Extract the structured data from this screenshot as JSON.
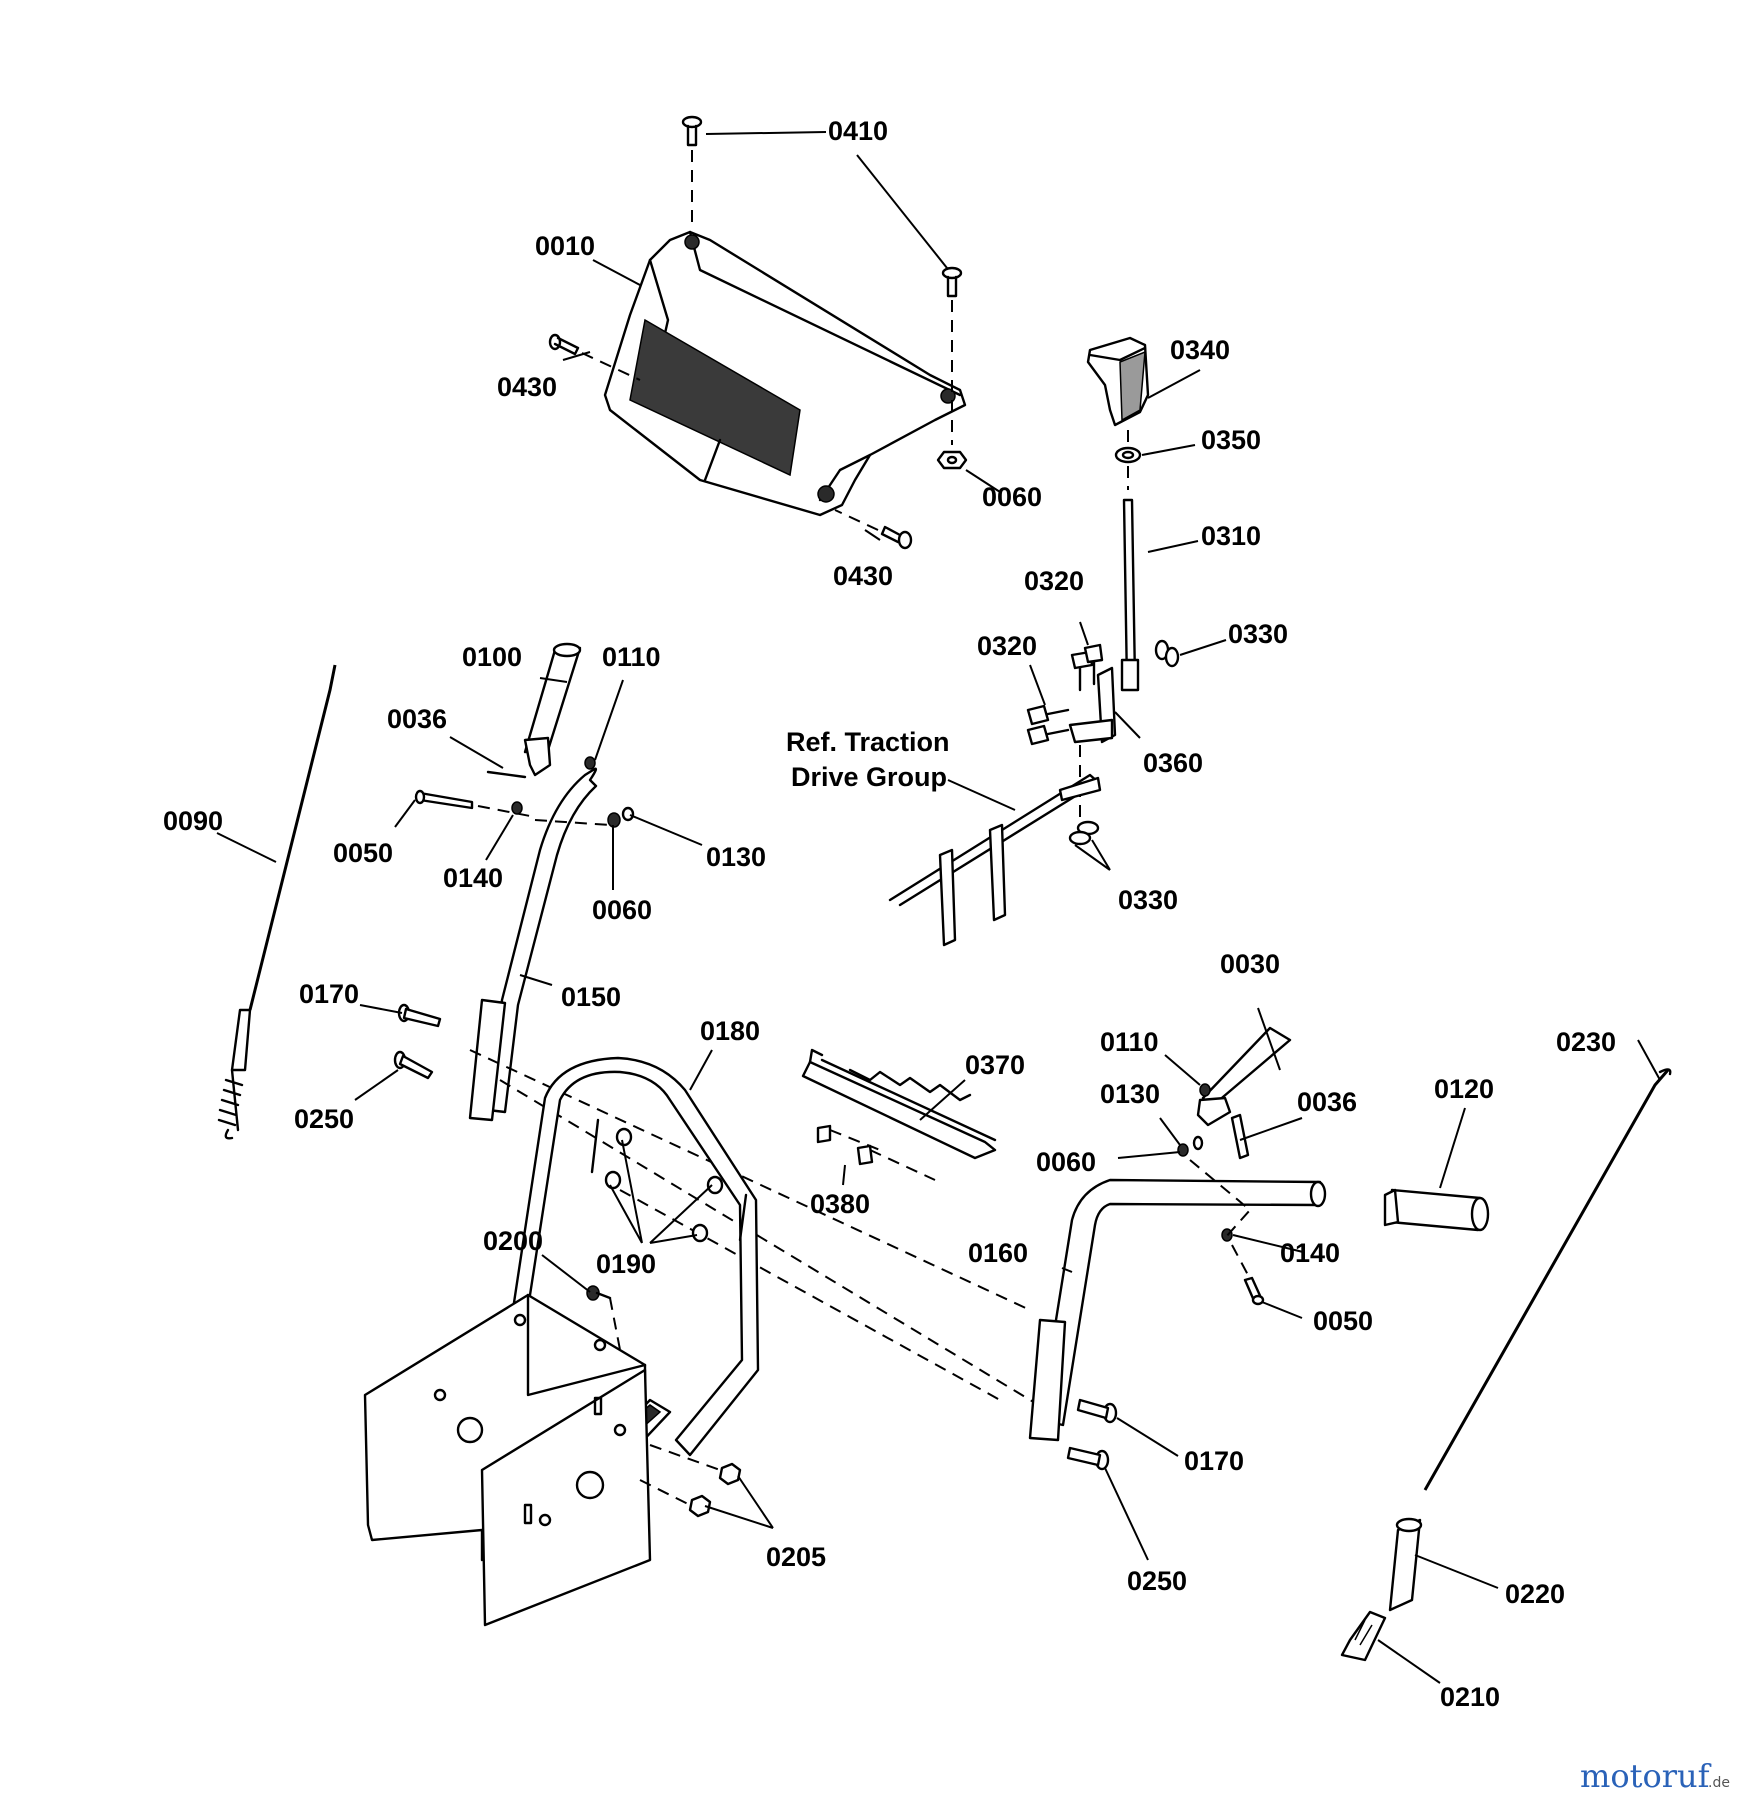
{
  "labels": {
    "l0410": "0410",
    "l0010": "0010",
    "l0430a": "0430",
    "l0430b": "0430",
    "l0060a": "0060",
    "l0340": "0340",
    "l0350": "0350",
    "l0310": "0310",
    "l0320a": "0320",
    "l0320b": "0320",
    "l0330a": "0330",
    "l0360": "0360",
    "l0330b": "0330",
    "ref_line1": "Ref. Traction",
    "ref_line2": "Drive Group",
    "l0100": "0100",
    "l0110a": "0110",
    "l0036a": "0036",
    "l0090": "0090",
    "l0050a": "0050",
    "l0140a": "0140",
    "l0130a": "0130",
    "l0060b": "0060",
    "l0150": "0150",
    "l0170a": "0170",
    "l0250a": "0250",
    "l0180": "0180",
    "l0370": "0370",
    "l0380": "0380",
    "l0030": "0030",
    "l0110b": "0110",
    "l0130b": "0130",
    "l0036b": "0036",
    "l0060c": "0060",
    "l0120": "0120",
    "l0230": "0230",
    "l0160": "0160",
    "l0140b": "0140",
    "l0050b": "0050",
    "l0200": "0200",
    "l0190": "0190",
    "l0170b": "0170",
    "l0205": "0205",
    "l0250b": "0250",
    "l0220": "0220",
    "l0210": "0210"
  },
  "watermark": {
    "brand": "motoruf",
    "suffix": ".de"
  },
  "colors": {
    "watermark_m": "#2a62b8",
    "watermark_o": "#d23a2a",
    "watermark_t": "#e0a020",
    "watermark_r": "#3a9a3a"
  }
}
